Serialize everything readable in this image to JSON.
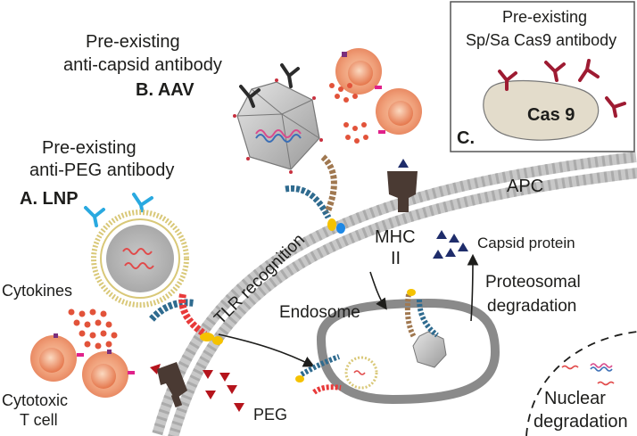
{
  "labels": {
    "anti_capsid_l1": "Pre-existing",
    "anti_capsid_l2": "anti-capsid antibody",
    "aav": "B. AAV",
    "anti_peg_l1": "Pre-existing",
    "anti_peg_l2": "anti-PEG antibody",
    "lnp": "A.  LNP",
    "cas9_ab_l1": "Pre-existing",
    "cas9_ab_l2": "Sp/Sa Cas9 antibody",
    "cas9": "Cas 9",
    "panel_c": "C.",
    "apc": "APC",
    "tlr": "TLR recognition",
    "mhc_l1": "MHC",
    "mhc_l2": "II",
    "capsid_protein": "Capsid protein",
    "proteosomal_l1": "Proteosomal",
    "proteosomal_l2": "degradation",
    "endosome": "Endosome",
    "cytokines": "Cytokines",
    "cytotoxic_l1": "Cytotoxic",
    "cytotoxic_l2": "T cell",
    "peg": "PEG",
    "nuclear_l1": "Nuclear",
    "nuclear_l2": "degradation"
  },
  "colors": {
    "antibody_dark": "#2b2b2b",
    "antibody_blue": "#29a9e0",
    "antibody_red": "#9e1b32",
    "cell_orange": "#f0a07a",
    "cytokine_red": "#e2533a",
    "membrane_grey": "#b3b3b3",
    "mhc_brown": "#4a3a33",
    "capsid_navy": "#1f2d6b",
    "peg_red": "#b5141c",
    "receptor_blue": "#2f6b8f",
    "receptor_tan": "#a07850"
  },
  "icons": [
    "antibody-icon",
    "t-cell-icon",
    "aav-capsid-icon",
    "lnp-icon",
    "cas9-protein-icon",
    "mhc-receptor-icon",
    "tlr-receptor-icon",
    "endosome-icon",
    "arrow-icon"
  ]
}
